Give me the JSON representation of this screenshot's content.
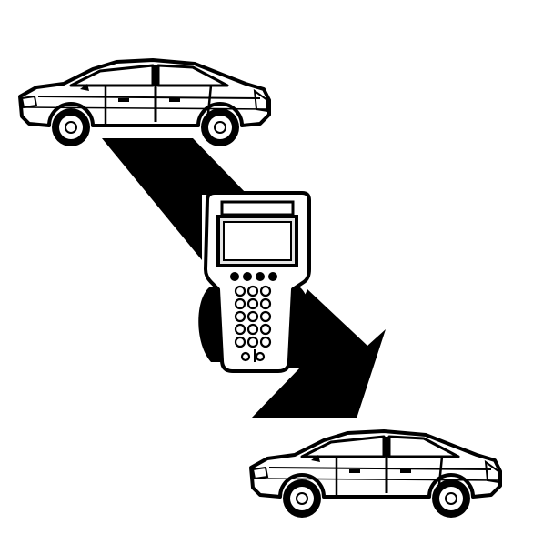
{
  "diagram": {
    "nodes": [
      {
        "id": "source-vehicle",
        "kind": "sedan"
      },
      {
        "id": "scan-tool",
        "kind": "handheld-scan-tool"
      },
      {
        "id": "target-vehicle",
        "kind": "sedan"
      }
    ],
    "edges": [
      {
        "from": "source-vehicle",
        "to": "scan-tool"
      },
      {
        "from": "scan-tool",
        "to": "target-vehicle"
      }
    ]
  },
  "colors": {
    "ink": "#000000",
    "paper": "#ffffff",
    "screen": "#e6e6e6"
  },
  "icons": {
    "vehicle": "sedan-icon",
    "tool": "scan-tool-icon",
    "arrow": "transfer-arrow-icon"
  }
}
